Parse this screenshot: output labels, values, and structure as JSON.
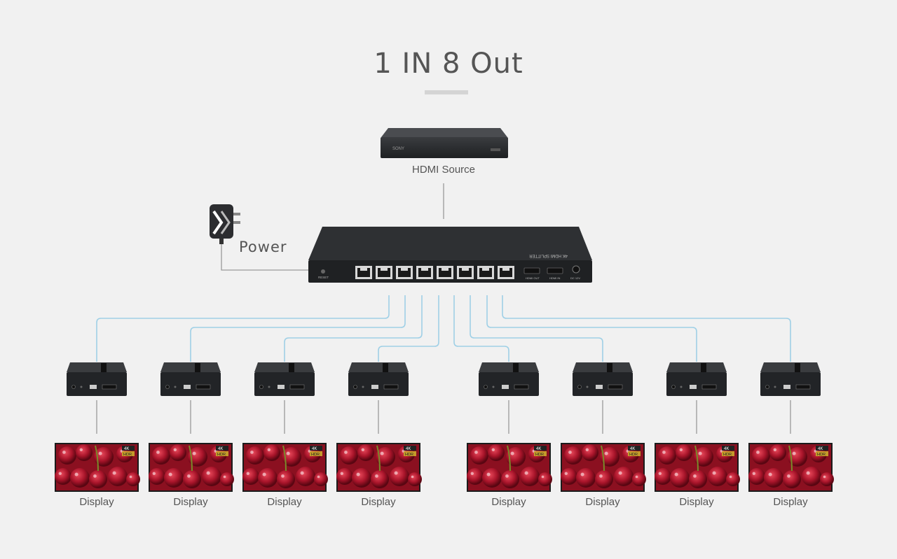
{
  "title": "1 IN 8 Out",
  "source": {
    "label": "HDMI Source",
    "brand": "SONY"
  },
  "power": {
    "label": "Power"
  },
  "splitter": {
    "model_text": "4K HDMI SPLITTER",
    "ports": [
      "HDMI OUT",
      "HDMI IN",
      "DC 12V"
    ],
    "reset_label": "RESET"
  },
  "receivers": [
    {
      "display_label": "Display"
    },
    {
      "display_label": "Display"
    },
    {
      "display_label": "Display"
    },
    {
      "display_label": "Display"
    },
    {
      "display_label": "Display"
    },
    {
      "display_label": "Display"
    },
    {
      "display_label": "Display"
    },
    {
      "display_label": "Display"
    }
  ],
  "display_badges": [
    "4K",
    "HDR"
  ],
  "colors": {
    "cable": "#9fd0e6",
    "line": "#9a9a9a",
    "device": "#2b2d30",
    "screen": "#8b1020"
  }
}
